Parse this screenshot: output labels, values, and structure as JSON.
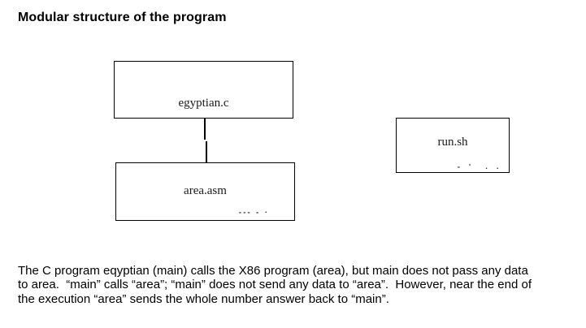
{
  "title": "Modular structure of the program",
  "diagram": {
    "boxes": [
      {
        "id": "egyptian",
        "label": "egyptian.c",
        "artifact": ""
      },
      {
        "id": "area",
        "label": "area.asm",
        "artifact": "--- - ·"
      },
      {
        "id": "run",
        "label": "run.sh",
        "artifact": "- '  . ."
      }
    ]
  },
  "paragraph": {
    "lines": [
      "The C program eqyptian (main) calls the X86 program (area), but main does not pass any data",
      "to area.  “main” calls “area”; “main” does not send any data to “area”.  However, near the end of",
      "the execution “area” sends the whole number answer back to “main”."
    ]
  },
  "colors": {
    "background": "#ffffff",
    "border": "#000000",
    "text": "#000000"
  }
}
